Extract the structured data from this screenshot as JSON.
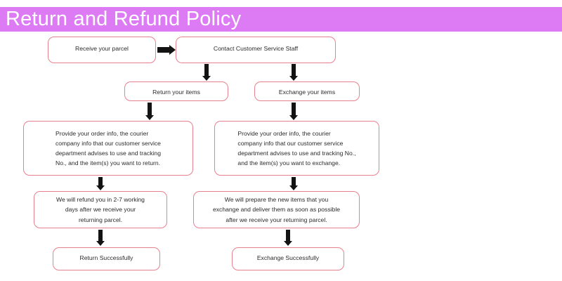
{
  "header": {
    "title": "Return and  Refund Policy",
    "banner_color": "#dd7bf5",
    "title_color": "#ffffff"
  },
  "theme": {
    "node_border_color": "#e8818f",
    "node_fill_color": "#ffffff",
    "node_text_color": "#2b2b2b",
    "arrow_color": "#131313",
    "page_background": "#ffffff"
  },
  "flowchart": {
    "type": "flowchart",
    "orientation": "top-down",
    "nodes": [
      {
        "id": "receive-parcel",
        "label": "Receive your parcel"
      },
      {
        "id": "contact-staff",
        "label": "Contact Customer Service Staff"
      },
      {
        "id": "return-items",
        "label": "Return your items"
      },
      {
        "id": "exchange-items",
        "label": "Exchange your items"
      },
      {
        "id": "return-info",
        "label": "Provide your order info, the courier\ncompany info that our customer service\ndepartment advises to use and tracking\nNo., and the item(s) you want to return."
      },
      {
        "id": "exchange-info",
        "label": "Provide your order info, the courier\ncompany info that our customer service\ndepartment advises to use and tracking No.,\nand the item(s) you want to exchange."
      },
      {
        "id": "refund-timeline",
        "label": "We will refund you in 2-7 working\ndays after we receive your\nreturning parcel."
      },
      {
        "id": "exchange-timeline",
        "label": "We will prepare the new items that you\nexchange  and deliver them as soon as possible\nafter we receive your returning parcel."
      },
      {
        "id": "return-success",
        "label": "Return Successfully"
      },
      {
        "id": "exchange-success",
        "label": "Exchange Successfully"
      }
    ],
    "edges": [
      {
        "from": "receive-parcel",
        "to": "contact-staff",
        "direction": "right"
      },
      {
        "from": "contact-staff",
        "to": "return-items",
        "direction": "down"
      },
      {
        "from": "contact-staff",
        "to": "exchange-items",
        "direction": "down"
      },
      {
        "from": "return-items",
        "to": "return-info",
        "direction": "down"
      },
      {
        "from": "exchange-items",
        "to": "exchange-info",
        "direction": "down"
      },
      {
        "from": "return-info",
        "to": "refund-timeline",
        "direction": "down"
      },
      {
        "from": "exchange-info",
        "to": "exchange-timeline",
        "direction": "down"
      },
      {
        "from": "refund-timeline",
        "to": "return-success",
        "direction": "down"
      },
      {
        "from": "exchange-timeline",
        "to": "exchange-success",
        "direction": "down"
      }
    ]
  }
}
